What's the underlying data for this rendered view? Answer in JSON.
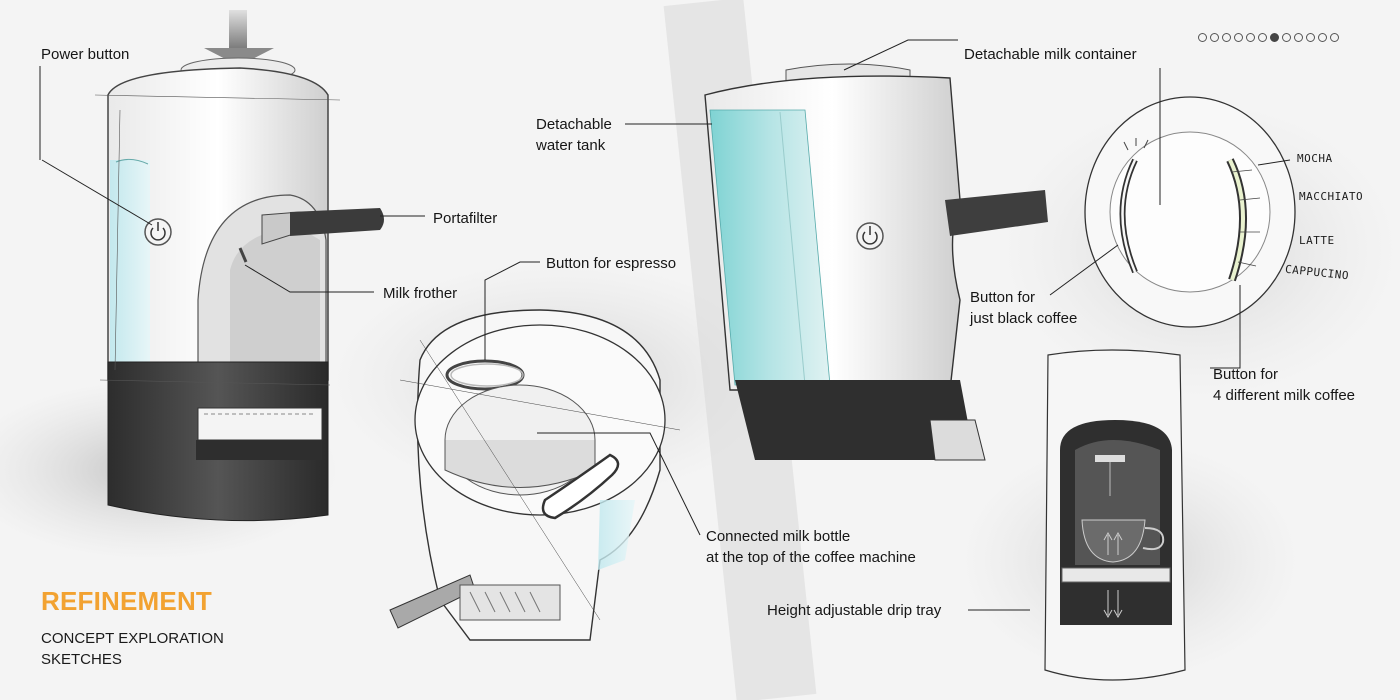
{
  "labels": {
    "power_button": "Power button",
    "portafilter": "Portafilter",
    "milk_frother": "Milk frother",
    "button_espresso": "Button for espresso",
    "water_tank_line1": "Detachable",
    "water_tank_line2": "water tank",
    "milk_container": "Detachable milk container",
    "black_coffee_line1": "Button for",
    "black_coffee_line2": "just black coffee",
    "milk_coffee_line1": "Button for",
    "milk_coffee_line2": "4 different milk coffee",
    "milk_bottle_line1": "Connected milk bottle",
    "milk_bottle_line2": "at the top of the coffee machine",
    "drip_tray": "Height adjustable drip tray"
  },
  "handwritten": {
    "mocha": "MOCHA",
    "macchiato": "MACCHIATO",
    "latte": "LATTE",
    "cappucino": "CAPPUCINO"
  },
  "heading": {
    "title": "REFINEMENT",
    "subtitle_line1": "CONCEPT EXPLORATION",
    "subtitle_line2": "SKETCHES"
  },
  "pager": {
    "total": 12,
    "active_index": 6
  },
  "colors": {
    "accent": "#f2a231",
    "water": "#8fd6dc",
    "body_dark": "#3a3a3a"
  }
}
